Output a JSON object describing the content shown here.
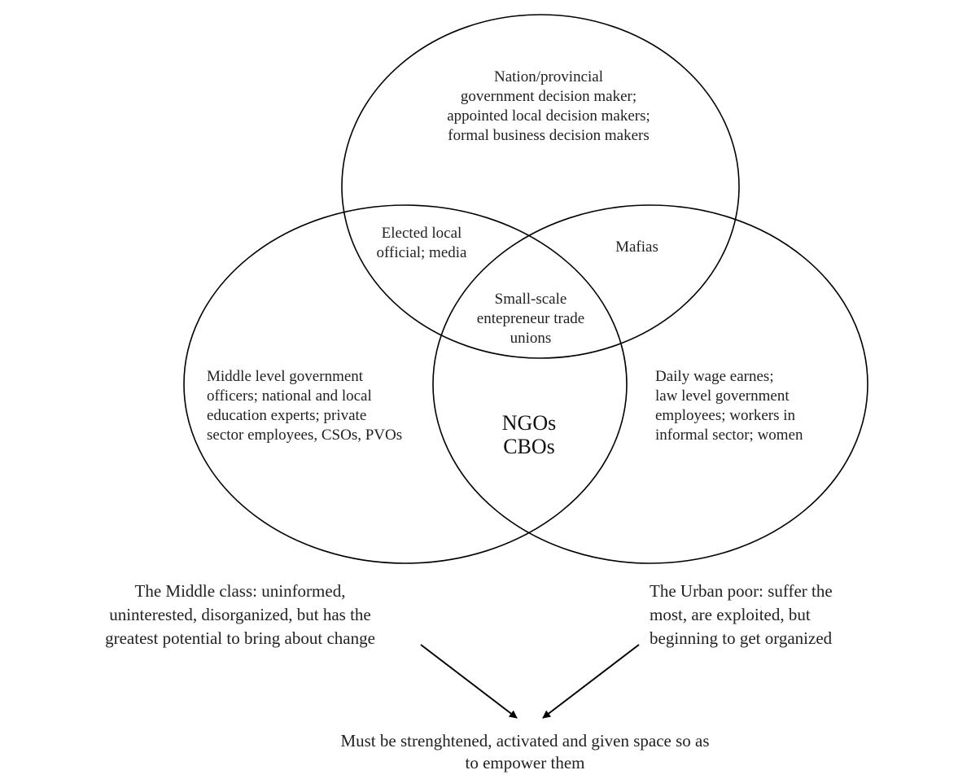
{
  "diagram": {
    "type": "venn",
    "stroke_color": "#000000",
    "background": "#ffffff",
    "sets": {
      "top": {
        "lines": [
          "Nation/provincial",
          "government decision maker;",
          "appointed local decision makers;",
          "formal business decision makers"
        ]
      },
      "left": {
        "lines": [
          "Middle level government",
          "officers; national and local",
          "education experts; private",
          "sector employees, CSOs, PVOs"
        ]
      },
      "right": {
        "lines": [
          "Daily wage earnes;",
          "law level government",
          "employees; workers in",
          "informal sector; women"
        ]
      }
    },
    "intersections": {
      "top_left": {
        "lines": [
          "Elected local",
          "official; media"
        ]
      },
      "top_right": {
        "lines": [
          "Mafias"
        ]
      },
      "all_three": {
        "lines": [
          "Small-scale",
          "entepreneur trade",
          "unions"
        ]
      },
      "left_right": {
        "lines": [
          "NGOs",
          "CBOs"
        ]
      }
    },
    "annotations": {
      "middle_class": {
        "lines": [
          "The Middle class: uninformed,",
          "uninterested, disorganized, but has the",
          "greatest potential to bring about change"
        ]
      },
      "urban_poor": {
        "lines": [
          "The Urban poor: suffer the",
          "most, are exploited, but",
          "beginning to get organized"
        ]
      },
      "conclusion": {
        "lines": [
          "Must be strenghtened, activated and given space so as",
          "to empower them"
        ]
      }
    },
    "arrows": [
      {
        "from": "middle_class",
        "to": "conclusion"
      },
      {
        "from": "urban_poor",
        "to": "conclusion"
      }
    ]
  }
}
